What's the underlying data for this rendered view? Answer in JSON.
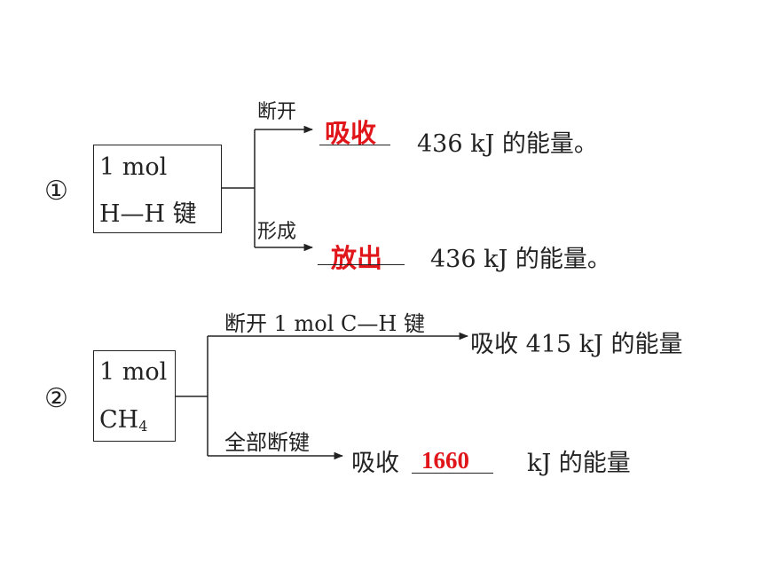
{
  "item1": {
    "number": "①",
    "box_line1": "1 mol",
    "box_line2": "H—H 键",
    "branch_top_label": "断开",
    "branch_top_answer": "吸收",
    "branch_top_rest": "436 kJ 的能量。",
    "branch_bottom_label": "形成",
    "branch_bottom_answer": "放出",
    "branch_bottom_rest": "436 kJ 的能量。"
  },
  "item2": {
    "number": "②",
    "box_line1": "1 mol",
    "box_line2_base": "CH",
    "box_line2_sub": "4",
    "branch_top_label": "断开 1 mol C—H 键",
    "branch_top_result": "吸收 415 kJ 的能量",
    "branch_bottom_label": "全部断键",
    "branch_bottom_prefix": "吸收",
    "branch_bottom_answer": "1660",
    "branch_bottom_rest": "kJ 的能量"
  },
  "colors": {
    "answer": "#e0161a",
    "ink": "#222222"
  }
}
